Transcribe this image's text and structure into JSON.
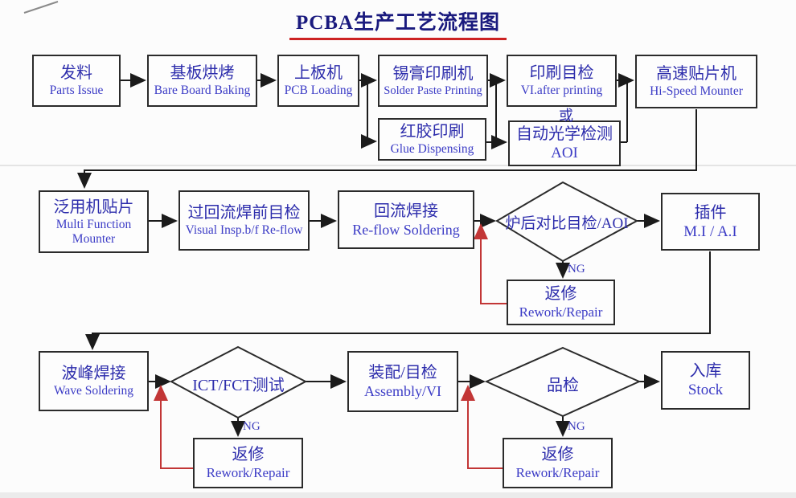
{
  "title": "PCBA生产工艺流程图",
  "nodes": {
    "parts_issue": {
      "zh": "发料",
      "en": "Parts Issue"
    },
    "bare_board_baking": {
      "zh": "基板烘烤",
      "en": "Bare Board Baking"
    },
    "pcb_loading": {
      "zh": "上板机",
      "en": "PCB Loading"
    },
    "solder_paste_printing": {
      "zh": "锡膏印刷机",
      "en": "Solder Paste Printing"
    },
    "glue_dispensing": {
      "zh": "红胶印刷",
      "en": "Glue Dispensing"
    },
    "vi_after_printing": {
      "zh": "印刷目检",
      "en": "VI.after printing"
    },
    "aoi": {
      "zh": "自动光学检测",
      "en": "AOI"
    },
    "hi_speed_mounter": {
      "zh": "高速贴片机",
      "en": "Hi-Speed Mounter"
    },
    "multi_function_mounter": {
      "zh": "泛用机贴片",
      "en": "Multi Function\nMounter"
    },
    "visual_insp_before_reflow": {
      "zh": "过回流焊前目检",
      "en": "Visual Insp.b/f Re-flow"
    },
    "reflow_soldering": {
      "zh": "回流焊接",
      "en": "Re-flow Soldering"
    },
    "post_oven_aoi_check": {
      "zh": "炉后对比目检/AOI"
    },
    "manual_auto_insertion": {
      "zh": "插件",
      "en": "M.I / A.I"
    },
    "rework_reflow": {
      "zh": "返修",
      "en": "Rework/Repair"
    },
    "wave_soldering": {
      "zh": "波峰焊接",
      "en": "Wave Soldering"
    },
    "ict_fct_test": {
      "zh": "ICT/FCT测试"
    },
    "assembly_vi": {
      "zh": "装配/目检",
      "en": "Assembly/VI"
    },
    "quality_check": {
      "zh": "品检"
    },
    "stock": {
      "zh": "入库",
      "en": "Stock"
    },
    "rework_ict": {
      "zh": "返修",
      "en": "Rework/Repair"
    },
    "rework_qc": {
      "zh": "返修",
      "en": "Rework/Repair"
    }
  },
  "labels": {
    "or": "或",
    "ng_reflow": "NG",
    "ng_ict": "NG",
    "ng_qc": "NG"
  },
  "colors": {
    "node_text_zh": "#2d2dac",
    "node_text_en": "#3c3cc6",
    "title_text": "#1a1a7e",
    "title_underline": "#cc2222",
    "connector_black": "#1b1b1b",
    "return_line_red": "#c23636",
    "box_border": "#2b2b2b"
  }
}
